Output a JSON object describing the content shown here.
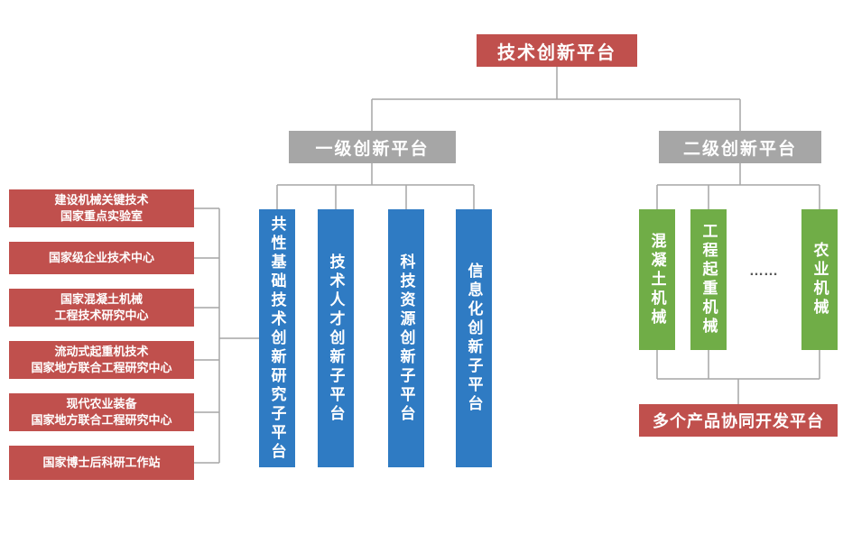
{
  "colors": {
    "red": "#c0504d",
    "gray": "#a6a6a6",
    "blue": "#2f7bc3",
    "green": "#70ad47",
    "line": "#a6a6a6"
  },
  "root": {
    "title": "技术创新平台"
  },
  "level1": {
    "header": "一级创新平台",
    "columns": [
      {
        "label": "共性基础技术创新研究子平台"
      },
      {
        "label": "技术人才创新子平台"
      },
      {
        "label": "科技资源创新子平台"
      },
      {
        "label": "信息化创新子平台"
      }
    ]
  },
  "level2": {
    "header": "二级创新平台",
    "columns": [
      {
        "label": "混凝土机械"
      },
      {
        "label": "工程起重机械"
      },
      {
        "label": "农业机械"
      }
    ],
    "ellipsis": "……",
    "footer": "多个产品协同开发平台"
  },
  "left_panel": {
    "items": [
      {
        "label": "建设机械关键技术\n国家重点实验室"
      },
      {
        "label": "国家级企业技术中心"
      },
      {
        "label": "国家混凝土机械\n工程技术研究中心"
      },
      {
        "label": "流动式起重机技术\n国家地方联合工程研究中心"
      },
      {
        "label": "现代农业装备\n国家地方联合工程研究中心"
      },
      {
        "label": "国家博士后科研工作站"
      }
    ]
  }
}
